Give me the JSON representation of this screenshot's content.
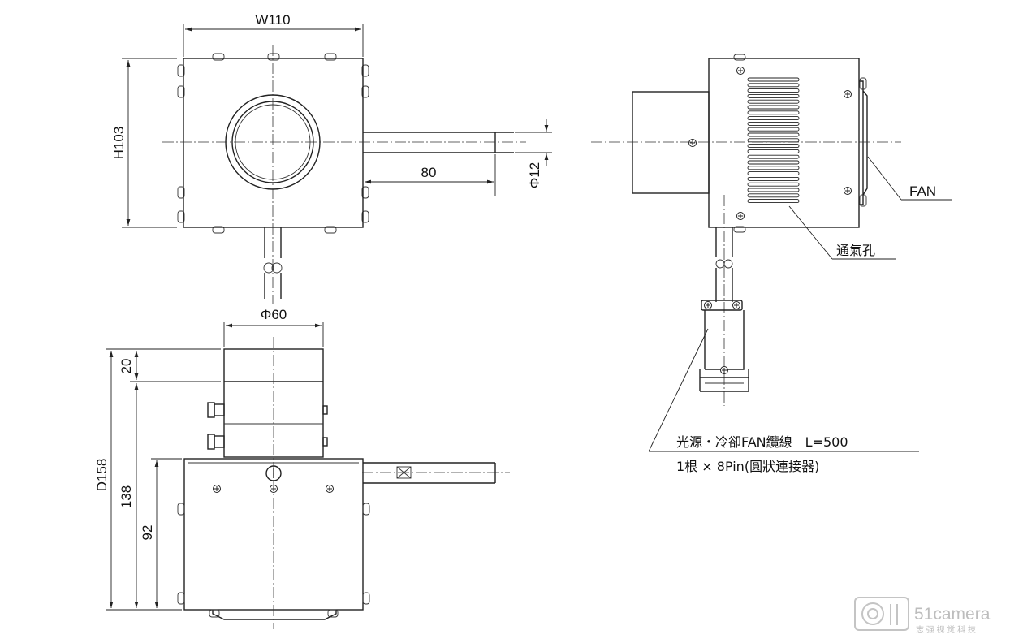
{
  "labels": {
    "width": "W110",
    "height": "H103",
    "arm_length": "80",
    "arm_diameter": "Φ12",
    "lens_diameter": "Φ60",
    "depth_top": "20",
    "depth_total": "D158",
    "depth_body": "138",
    "depth_arm": "92",
    "fan": "FAN",
    "vent": "通氣孔",
    "cable_line1": "光源・冷卻FAN纜線　L=500",
    "cable_line2": "1根 × 8Pin(圓狀連接器)"
  },
  "watermark": {
    "brand": "51camera",
    "tagline": "志 强 视 觉 科 技"
  }
}
